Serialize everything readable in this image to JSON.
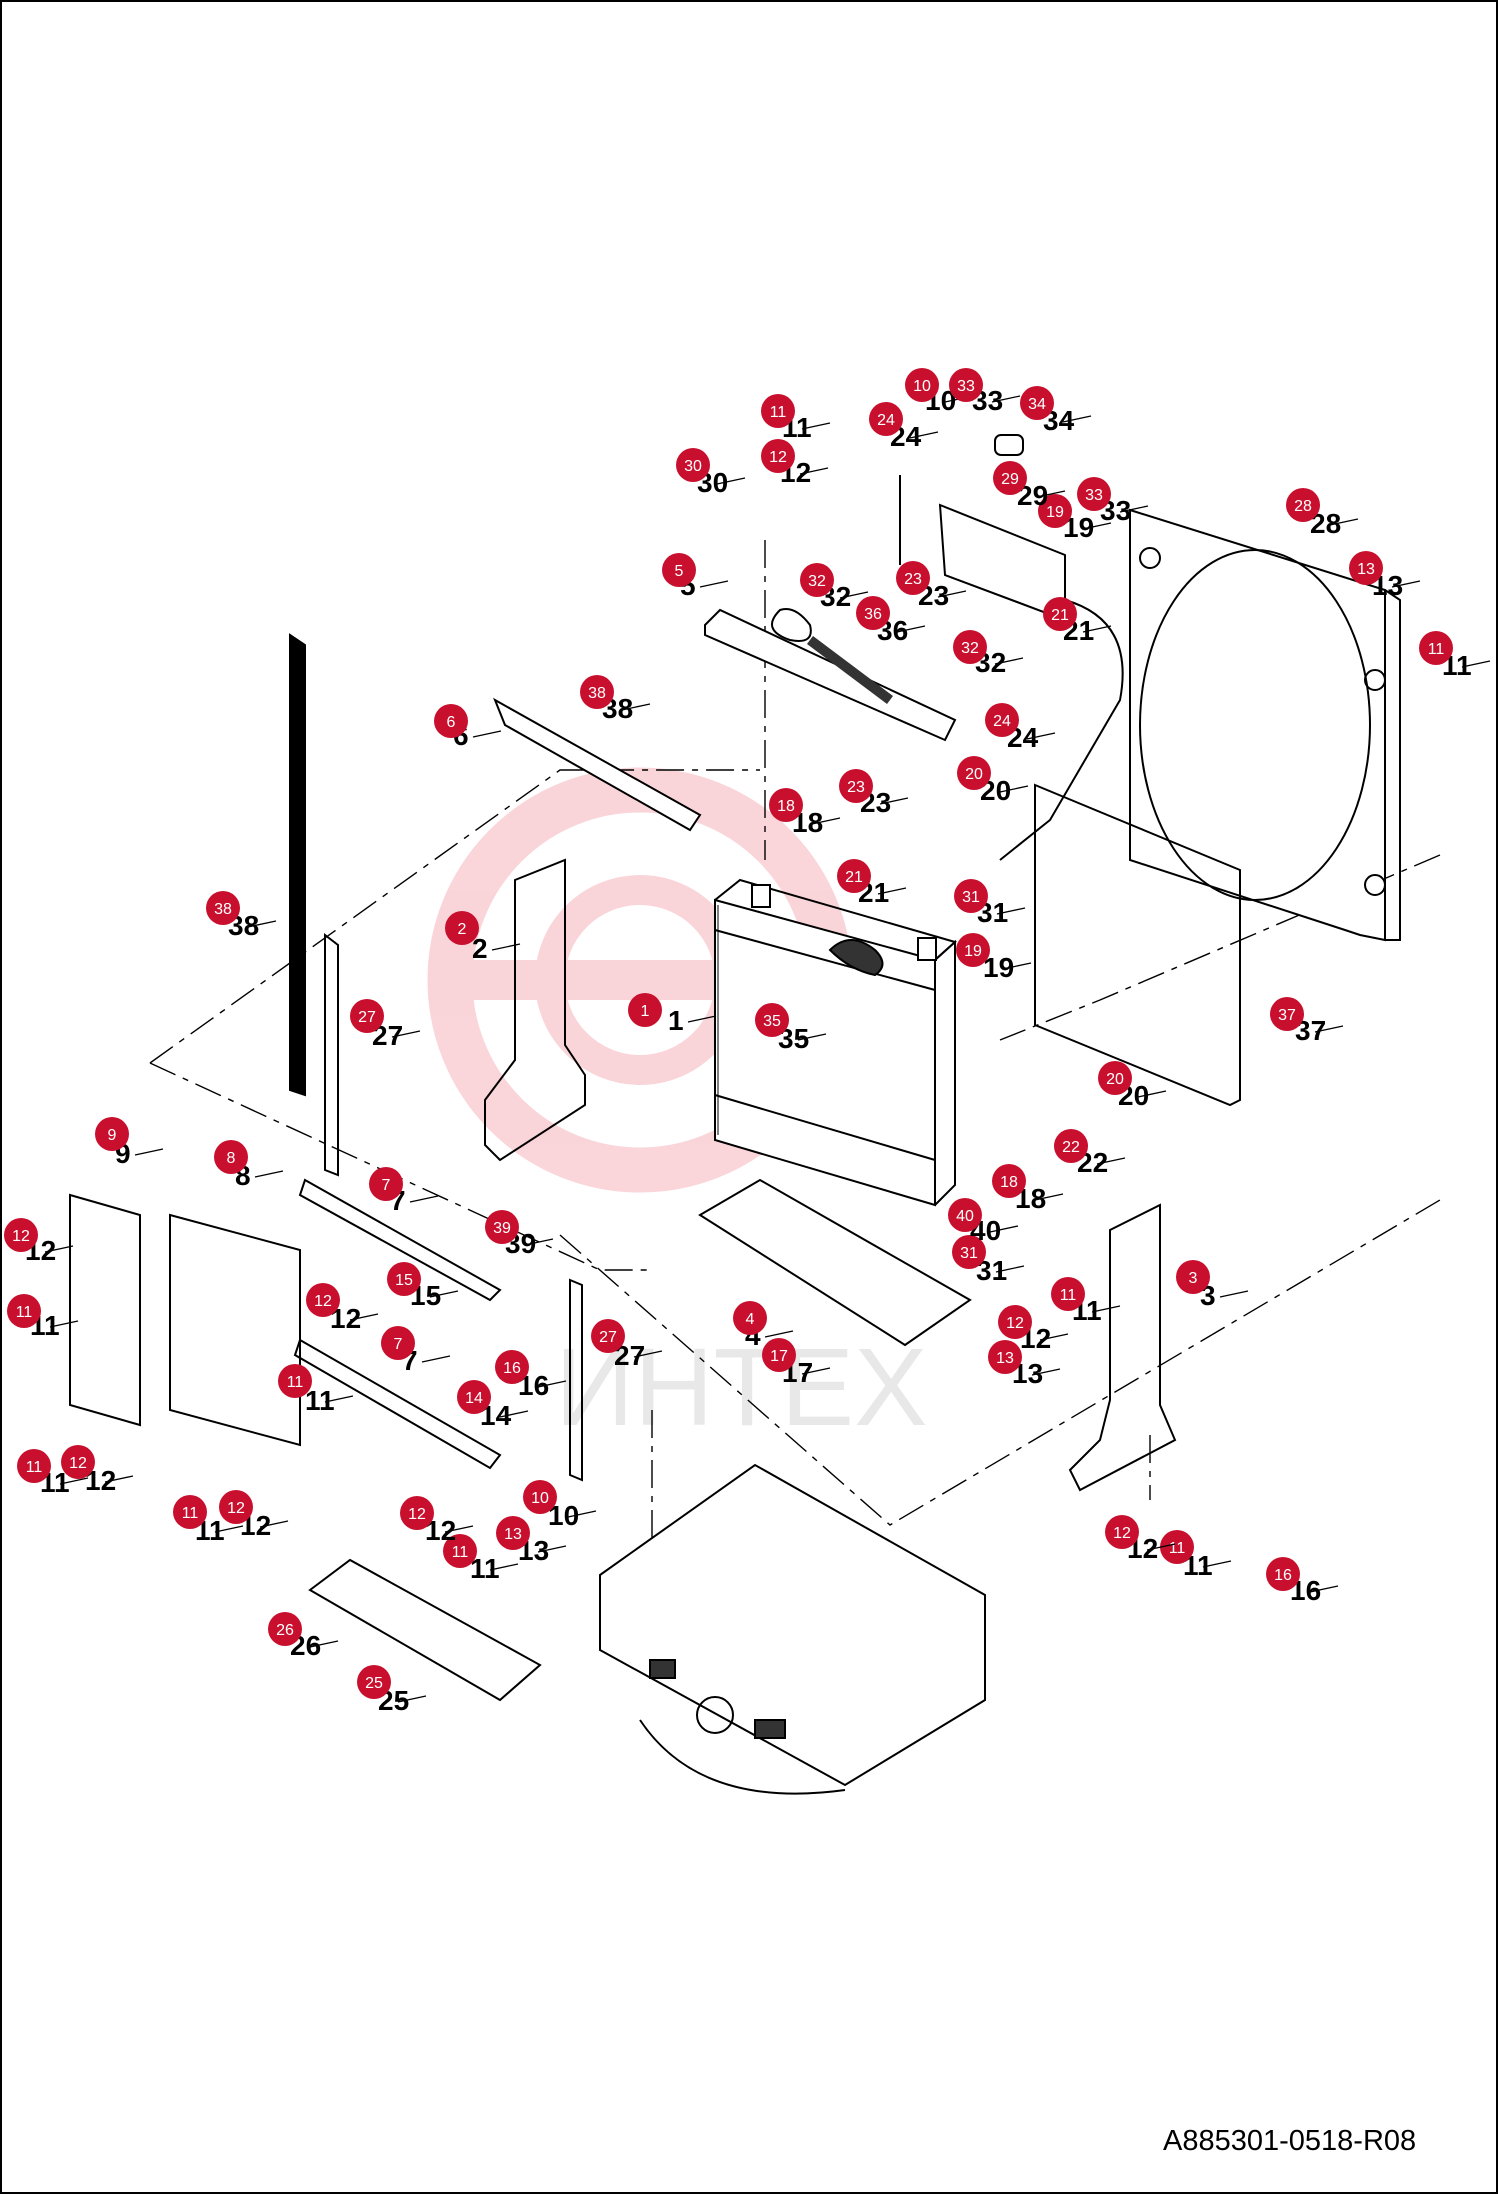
{
  "drawing_code": "A885301-0518-R08",
  "watermark": "ИНТЕХ",
  "colors": {
    "callout": "#c8102e",
    "callout_text": "#ffffff",
    "line": "#000000",
    "watermark": "#f5b5bb"
  },
  "callouts": [
    {
      "n": "1",
      "label": "1"
    },
    {
      "n": "2",
      "label": "2"
    },
    {
      "n": "3",
      "label": "3"
    },
    {
      "n": "4",
      "label": "4"
    },
    {
      "n": "5",
      "label": "5"
    },
    {
      "n": "6",
      "label": "6"
    },
    {
      "n": "7a",
      "label": "7"
    },
    {
      "n": "7b",
      "label": "7"
    },
    {
      "n": "8",
      "label": "8"
    },
    {
      "n": "9",
      "label": "9"
    },
    {
      "n": "10a",
      "label": "10"
    },
    {
      "n": "10b",
      "label": "10"
    },
    {
      "n": "11a",
      "label": "11"
    },
    {
      "n": "11b",
      "label": "11"
    },
    {
      "n": "11c",
      "label": "11"
    },
    {
      "n": "11d",
      "label": "11"
    },
    {
      "n": "11e",
      "label": "11"
    },
    {
      "n": "11f",
      "label": "11"
    },
    {
      "n": "11g",
      "label": "11"
    },
    {
      "n": "11h",
      "label": "11"
    },
    {
      "n": "11i",
      "label": "11"
    },
    {
      "n": "12a",
      "label": "12"
    },
    {
      "n": "12b",
      "label": "12"
    },
    {
      "n": "12c",
      "label": "12"
    },
    {
      "n": "12d",
      "label": "12"
    },
    {
      "n": "12e",
      "label": "12"
    },
    {
      "n": "12f",
      "label": "12"
    },
    {
      "n": "12g",
      "label": "12"
    },
    {
      "n": "12h",
      "label": "12"
    },
    {
      "n": "12i",
      "label": "12"
    },
    {
      "n": "13a",
      "label": "13"
    },
    {
      "n": "13b",
      "label": "13"
    },
    {
      "n": "13c",
      "label": "13"
    },
    {
      "n": "14",
      "label": "14"
    },
    {
      "n": "15",
      "label": "15"
    },
    {
      "n": "16a",
      "label": "16"
    },
    {
      "n": "16b",
      "label": "16"
    },
    {
      "n": "17",
      "label": "17"
    },
    {
      "n": "18a",
      "label": "18"
    },
    {
      "n": "18b",
      "label": "18"
    },
    {
      "n": "19a",
      "label": "19"
    },
    {
      "n": "19b",
      "label": "19"
    },
    {
      "n": "20a",
      "label": "20"
    },
    {
      "n": "20b",
      "label": "20"
    },
    {
      "n": "21a",
      "label": "21"
    },
    {
      "n": "21b",
      "label": "21"
    },
    {
      "n": "22",
      "label": "22"
    },
    {
      "n": "23a",
      "label": "23"
    },
    {
      "n": "23b",
      "label": "23"
    },
    {
      "n": "24a",
      "label": "24"
    },
    {
      "n": "24b",
      "label": "24"
    },
    {
      "n": "25",
      "label": "25"
    },
    {
      "n": "26",
      "label": "26"
    },
    {
      "n": "27a",
      "label": "27"
    },
    {
      "n": "27b",
      "label": "27"
    },
    {
      "n": "28",
      "label": "28"
    },
    {
      "n": "29",
      "label": "29"
    },
    {
      "n": "30",
      "label": "30"
    },
    {
      "n": "31a",
      "label": "31"
    },
    {
      "n": "31b",
      "label": "31"
    },
    {
      "n": "32a",
      "label": "32"
    },
    {
      "n": "32b",
      "label": "32"
    },
    {
      "n": "33a",
      "label": "33"
    },
    {
      "n": "33b",
      "label": "33"
    },
    {
      "n": "34",
      "label": "34"
    },
    {
      "n": "35",
      "label": "35"
    },
    {
      "n": "36",
      "label": "36"
    },
    {
      "n": "37",
      "label": "37"
    },
    {
      "n": "38a",
      "label": "38"
    },
    {
      "n": "38b",
      "label": "38"
    },
    {
      "n": "39",
      "label": "39"
    },
    {
      "n": "40",
      "label": "40"
    }
  ]
}
